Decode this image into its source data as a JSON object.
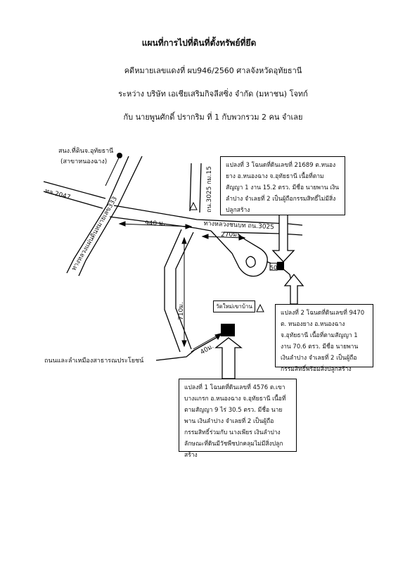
{
  "header": {
    "title": "แผนที่การไปที่ดินที่ตั้งทรัพย์ที่ยึด",
    "case_line": "คดีหมายเลขแดงที่  ผบ946/2560   ศาลจังหวัดอุทัยธานี",
    "between_line": "ระหว่าง   บริษัท  เอเชียเสริมกิจลีสซิ่ง  จำกัด  (มหาชน)  โจทก์",
    "with_line": "กับ   นายพูนศักดิ์ ปรากริม  ที่ 1 กับพวกรวม 2 คน  จำเลย"
  },
  "map_labels": {
    "office_name": "สนง.ที่ดินจ.อุทัยธานี",
    "office_branch": "(สาขาหนองฉาง)",
    "road_ring": "ทางหลวงแผ่นดินหมายเลข333",
    "road_left": "ทล.2047",
    "road_3025_top": "ถน.3025 กม.15",
    "road_3025_bottom": "ทางหลวงชนบท ถน.3025",
    "dist_940": "940  ม.",
    "dist_270": "270ม.",
    "dist_710": "710ม.",
    "dist_40": "40ม.",
    "dist_50": "50",
    "temple": "วัดใหม่เขาบ้าน",
    "public_road": "ถนนและลำเหมืองสาธารณประโยชน์"
  },
  "parcels": {
    "p3": "แปลงที่ 3 โฉนดที่ดินเลขที่ 21689 ต.หนองยาง อ.หนองฉาง จ.อุทัยธานี เนื้อที่ตามสัญญา 1 งาน 15.2 ตรว.  มีชื่อ นายพาน เงินลำปาง จำเลยที่ 2 เป็นผู้ถือกรรมสิทธิ์ไม่มีสิ่งปลูกสร้าง",
    "p2": "แปลงที่  2   โฉนดที่ดินเลขที่ 9470  ต. หนองยาง อ.หนองฉาง จ.อุทัยธานี เนื้อที่ตามสัญญา 1 งาน  70.6 ตรว.   มีชื่อ นายพาน เงินลำปาง จำเลยที่ 2 เป็นผู้ถือกรรมสิทธิ์พร้อมสิ่งปลูกสร้าง",
    "p1": "แปลงที่ 1 โฉนดที่ดินเลขที่ 4576 ต.เขาบางแกรก อ.หนองฉาง จ.อุทัยธานี เนื้อที่ตามสัญญา 9 ไร่ 30.5 ตรว.  มีชื่อ นายพาน เงินลำปาง จำเลยที่ 2 เป็นผู้ถือกรรมสิทธิ์ร่วมกับ นางเพียร เงินลำปาง ลักษณะที่ดินมีวัชพืชปกคลุมไม่มีสิ่งปลูกสร้าง"
  },
  "colors": {
    "ink": "#000000",
    "paper": "#ffffff"
  }
}
